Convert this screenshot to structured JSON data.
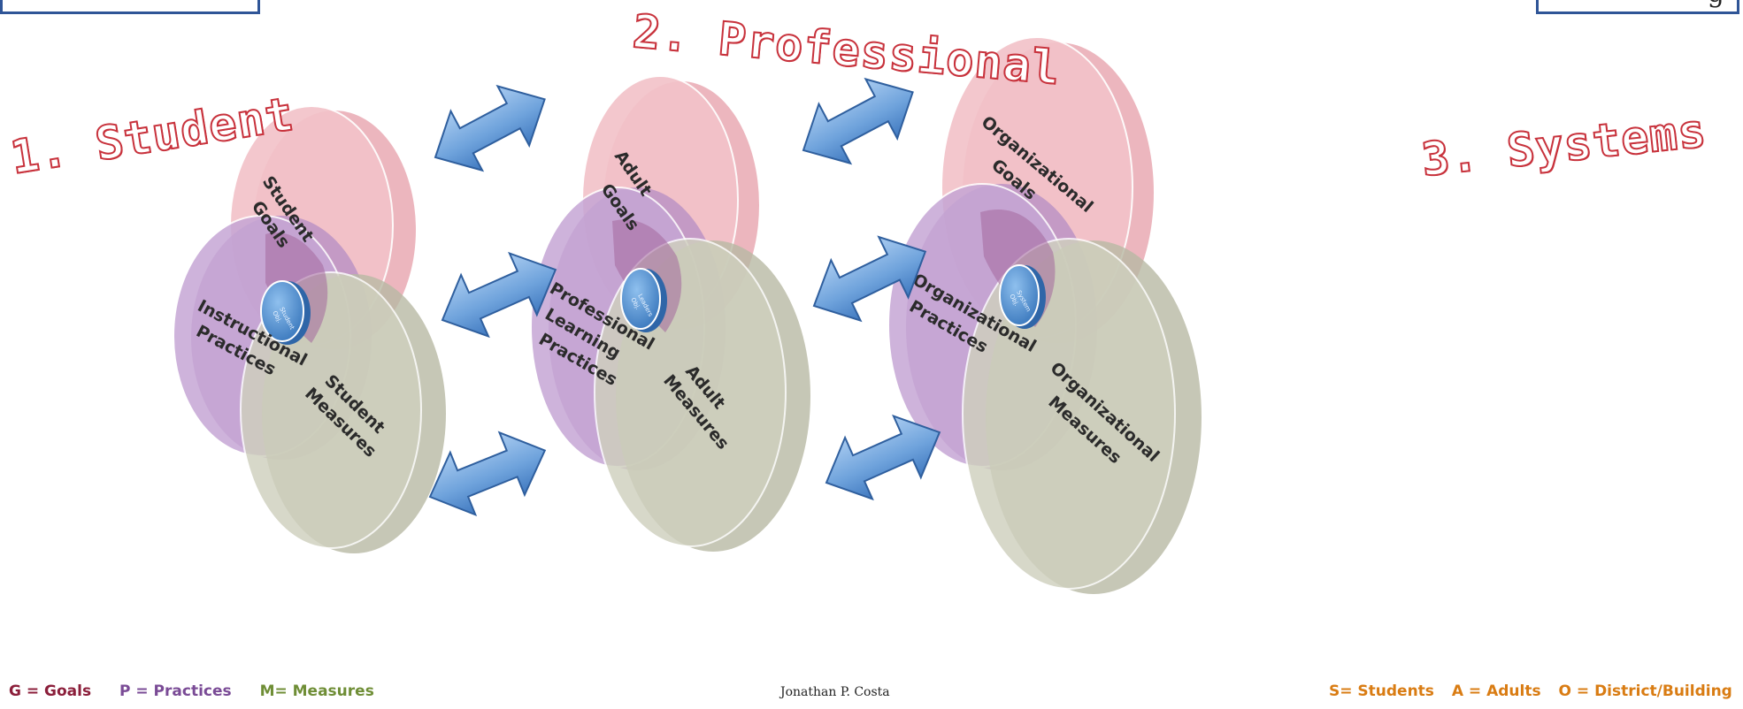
{
  "titles": {
    "student": "1. Student",
    "professional": "2. Professional",
    "systems": "3. Systems"
  },
  "corner_right_partial_text": "g",
  "groups": {
    "student": {
      "goals": [
        "Student",
        "Goals"
      ],
      "practices": [
        "Instructional",
        "Practices"
      ],
      "measures": [
        "Student",
        "Measures"
      ],
      "center": [
        "Student",
        "Obj."
      ]
    },
    "professional": {
      "goals": [
        "Adult",
        "Goals"
      ],
      "practices": [
        "Professional",
        "Learning",
        "Practices"
      ],
      "measures": [
        "Adult",
        "Measures"
      ],
      "center": [
        "Leaders",
        "Obj."
      ]
    },
    "systems": {
      "goals": [
        "Organizational",
        "Goals"
      ],
      "practices": [
        "Organizational",
        "Practices"
      ],
      "measures": [
        "Organizational",
        "Measures"
      ],
      "center": [
        "System",
        "Obj."
      ]
    }
  },
  "legend_left": {
    "goals": "G = Goals",
    "practices": "P = Practices",
    "measures": "M= Measures"
  },
  "credit": "Jonathan P. Costa",
  "legend_right": {
    "students": "S= Students",
    "adults": "A = Adults",
    "district": "O = District/Building"
  },
  "colors": {
    "goals": "#eeb0b8",
    "practices": "#c39fd0",
    "measures": "#cccdba",
    "overlap": "#a46a9c",
    "center": "#5b9bd5",
    "arrow": "#6fa3dc",
    "title_outline": "#c8323c"
  }
}
